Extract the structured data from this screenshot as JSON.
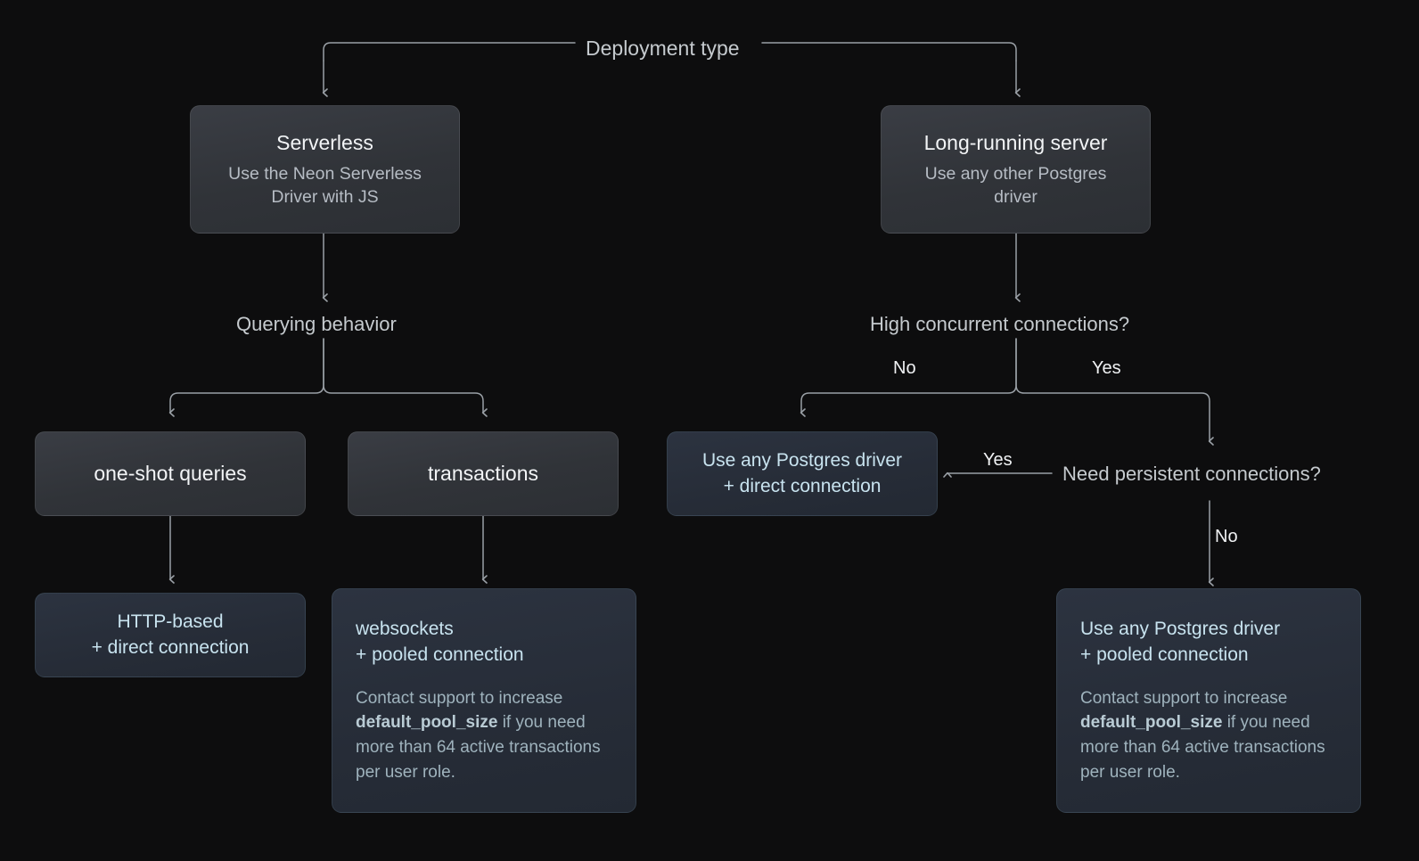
{
  "diagram": {
    "root_label": "Deployment type",
    "decisions": [
      {
        "id": "querying-behavior",
        "label": "Querying behavior"
      },
      {
        "id": "high-concurrent-connections",
        "label": "High concurrent connections?"
      },
      {
        "id": "need-persistent-connections",
        "label": "Need persistent connections?"
      }
    ],
    "edge_labels": {
      "concurrent_no": "No",
      "concurrent_yes": "Yes",
      "persistent_yes": "Yes",
      "persistent_no": "No"
    },
    "nodes": {
      "serverless": {
        "title": "Serverless",
        "subtitle": "Use the Neon Serverless Driver with JS"
      },
      "long_running": {
        "title": "Long-running server",
        "subtitle": "Use any other Postgres driver"
      },
      "one_shot": {
        "title": "one-shot queries"
      },
      "transactions": {
        "title": "transactions"
      },
      "http_direct": {
        "line1": "HTTP-based",
        "line2": "+ direct connection"
      },
      "driver_direct": {
        "line1": "Use any Postgres driver",
        "line2": "+ direct connection"
      },
      "websockets_pooled": {
        "line1": "websockets",
        "line2": "+ pooled connection",
        "note_before": "Contact support to increase ",
        "note_code": "default_pool_size",
        "note_after": " if you need more than 64 active transactions per user role."
      },
      "driver_pooled": {
        "line1": "Use any Postgres driver",
        "line2": "+ pooled connection",
        "note_before": "Contact support to increase ",
        "note_code": "default_pool_size",
        "note_after": " if you need more than 64 active transactions per user role."
      }
    },
    "colors": {
      "background": "#0d0d0e",
      "node_grey": "#32353b",
      "node_blue": "#262c37",
      "accent_text": "#c8e3ef",
      "wire": "#9aa0a6"
    }
  }
}
